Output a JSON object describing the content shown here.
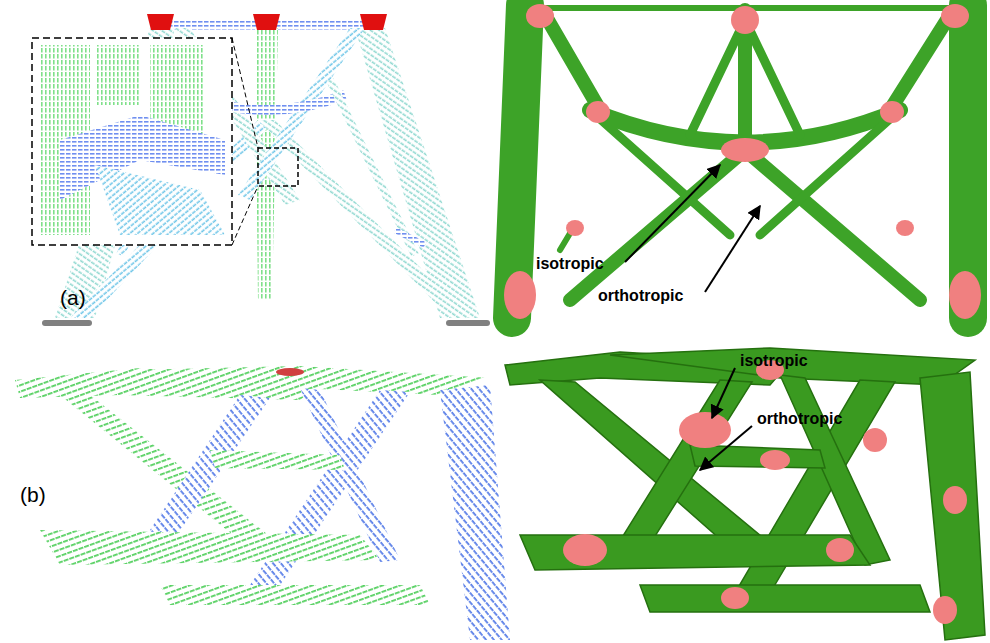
{
  "diagram": {
    "labels": [
      "(a)",
      "isotropic",
      "orthotropic",
      "(b)",
      "isotropic",
      "orthotropic"
    ]
  }
}
